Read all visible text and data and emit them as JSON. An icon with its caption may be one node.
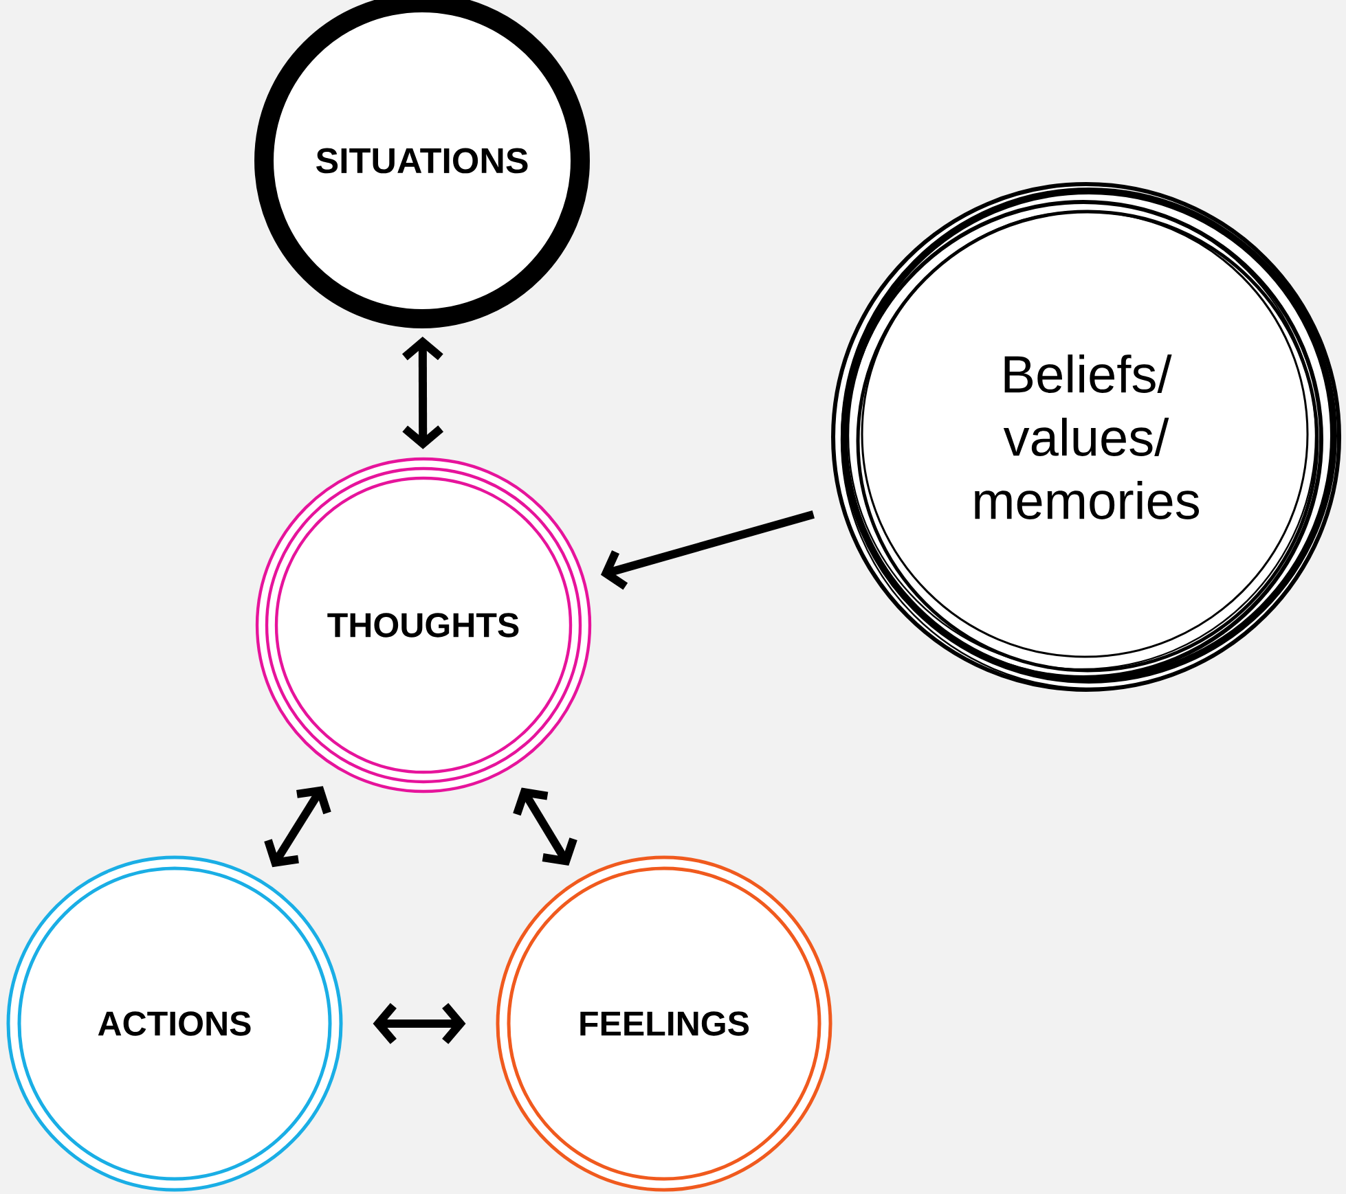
{
  "diagram": {
    "nodes": [
      {
        "text": [
          "SITUATIONS"
        ]
      },
      {
        "text": [
          "THOUGHTS"
        ]
      },
      {
        "text": [
          "Beliefs/ values/ memories"
        ]
      },
      {
        "text": [
          "ACTIONS"
        ]
      },
      {
        "text": [
          "FEELINGS"
        ]
      }
    ],
    "edges": [
      {
        "from": 0,
        "to": 1,
        "arrow": "both"
      },
      {
        "from": 2,
        "to": 1,
        "arrow": "to"
      },
      {
        "from": 1,
        "to": 3,
        "arrow": "both"
      },
      {
        "from": 1,
        "to": 4,
        "arrow": "both"
      },
      {
        "from": 3,
        "to": 4,
        "arrow": "both"
      }
    ]
  }
}
